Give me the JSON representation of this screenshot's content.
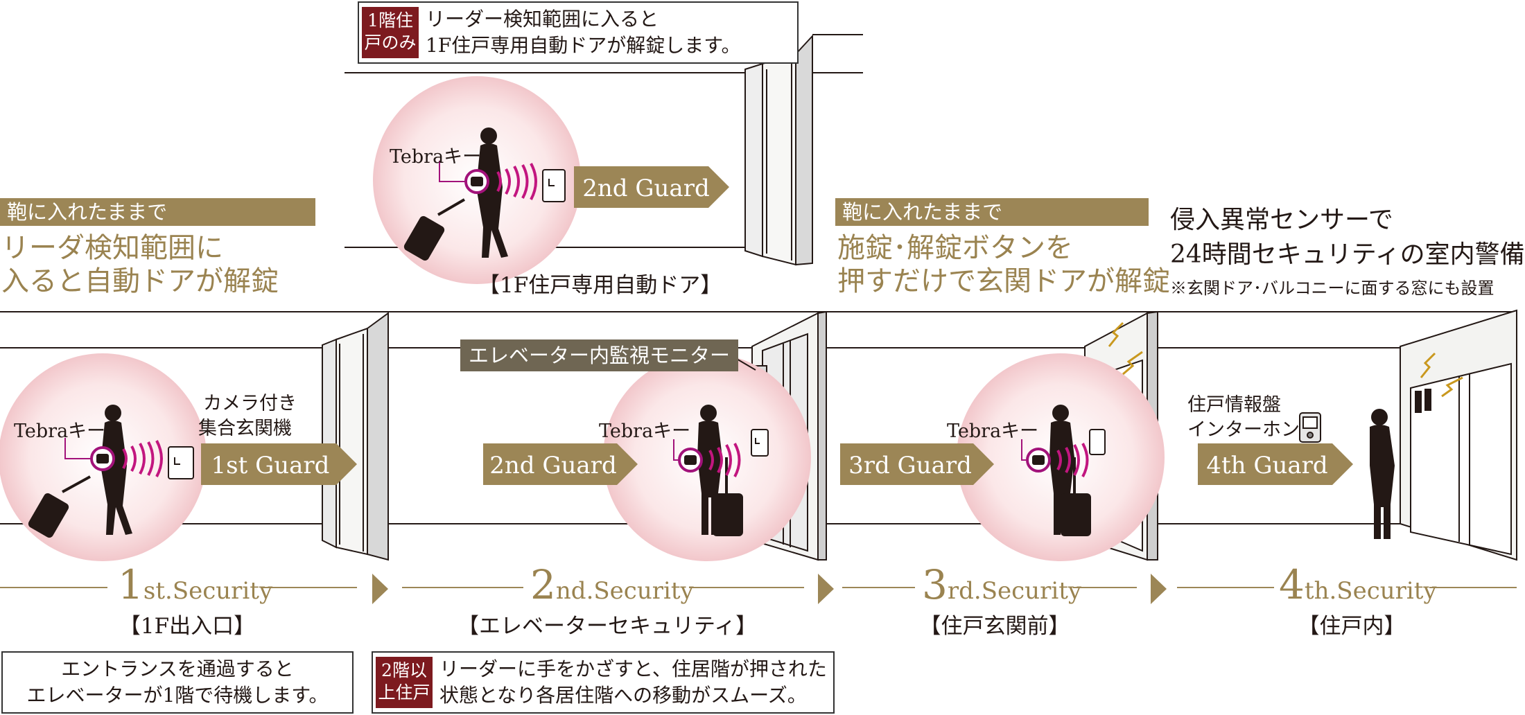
{
  "colors": {
    "accent": "#9c8656",
    "tag": "#7d1a1f",
    "glow": "#f2c8cc",
    "line": "#231815"
  },
  "icons": [
    "tebra-key-icon",
    "reader-panel-icon",
    "intercom-icon",
    "sensor-icon",
    "silhouette-woman",
    "suitcase-icon",
    "elevator-door",
    "entrance-door"
  ],
  "top": {
    "note": {
      "tag": "1階住戸のみ",
      "text": [
        "リーダー検知範囲に入ると",
        "1F住戸専用自動ドアが解錠します。"
      ]
    },
    "tebra_label": "Tebraキー",
    "guard": "2nd Guard",
    "caption": "【1F住戸専用自動ドア】"
  },
  "left_lead": {
    "banner": "鞄に入れたままで",
    "lines": [
      "リーダ検知範囲に",
      "入ると自動ドアが解錠"
    ]
  },
  "right_lead": {
    "banner": "鞄に入れたままで",
    "lines": [
      "施錠･解錠ボタンを",
      "押すだけで玄関ドアが解錠"
    ]
  },
  "sensor_text": {
    "lines": [
      "侵入異常センサーで",
      "24時間セキュリティの室内警備"
    ],
    "note": "※玄関ドア･バルコニーに面する窓にも設置"
  },
  "stages": [
    {
      "num": "1",
      "suffix": "st.Security",
      "location": "【1F出入口】",
      "guard": "1st Guard",
      "tebra_label": "Tebraキー",
      "device": [
        "カメラ付き",
        "集合玄関機"
      ]
    },
    {
      "num": "2",
      "suffix": "nd.Security",
      "location": "【エレベーターセキュリティ】",
      "guard": "2nd Guard",
      "tebra_label": "Tebraキー",
      "monitor": "エレベーター内監視モニター"
    },
    {
      "num": "3",
      "suffix": "rd.Security",
      "location": "【住戸玄関前】",
      "guard": "3rd Guard",
      "tebra_label": "Tebraキー"
    },
    {
      "num": "4",
      "suffix": "th.Security",
      "location": "【住戸内】",
      "guard": "4th Guard",
      "device": [
        "住戸情報盤",
        "インターホン"
      ]
    }
  ],
  "bottom_notes": [
    {
      "text": [
        "エントランスを通過すると",
        "エレベーターが1階で待機します。"
      ]
    },
    {
      "tag": "2階以上住戸",
      "text": [
        "リーダーに手をかざすと、住居階が押された",
        "状態となり各居住階への移動がスムーズ。"
      ]
    }
  ]
}
